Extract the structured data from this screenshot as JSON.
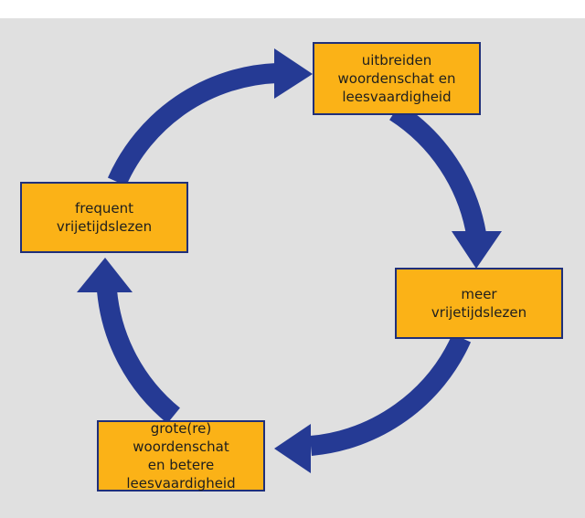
{
  "diagram": {
    "type": "cycle",
    "colors": {
      "background": "#e0e0e0",
      "node_fill": "#fbb217",
      "node_border": "#1f2f7a",
      "arrow": "#253a94"
    },
    "nodes": [
      {
        "id": "top",
        "label": "uitbreiden\nwoordenschat en\nleesvaardigheid"
      },
      {
        "id": "right",
        "label": "meer\nvrijetijdslezen"
      },
      {
        "id": "bottom",
        "label": "grote(re) woordenschat\nen betere\nleesvaardigheid"
      },
      {
        "id": "left",
        "label": "frequent\nvrijetijdslezen"
      }
    ],
    "edges": [
      {
        "from": "top",
        "to": "right"
      },
      {
        "from": "right",
        "to": "bottom"
      },
      {
        "from": "bottom",
        "to": "left"
      },
      {
        "from": "left",
        "to": "top"
      }
    ]
  }
}
